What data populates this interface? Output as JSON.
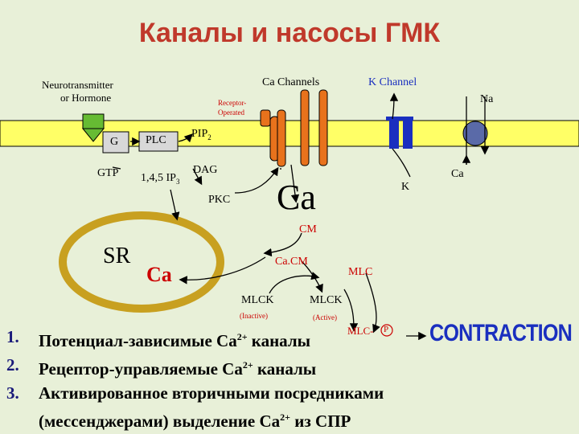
{
  "title": "Каналы и насосы ГМК",
  "labels": {
    "neurotransmitter": "Neurotransmitter",
    "or_hormone": "or Hormone",
    "ca_channels": "Ca Channels",
    "k_channel": "K Channel",
    "receptor_operated_1": "Receptor-",
    "receptor_operated_2": "Operated",
    "na": "Na",
    "g": "G",
    "plc": "PLC",
    "pip": "PIP",
    "pip_sub": "2",
    "gtp": "GTP",
    "ip3": "1,4,5 IP",
    "ip3_sub": "3",
    "dag": "DAG",
    "pkc": "PKC",
    "ca_big": "Ca",
    "k_out": "K",
    "ca_out": "Ca",
    "cm": "CM",
    "sr": "SR",
    "sr_ca": "Ca",
    "cacm": "Ca.CM",
    "mlc": "MLC",
    "mlck_inactive": "MLCK",
    "inactive": "(Inactive)",
    "mlck_active": "MLCK",
    "active": "(Active)",
    "mlc_p": "MLC-",
    "p": "P",
    "contraction": "CONTRACTION"
  },
  "list": [
    {
      "num": "1.",
      "text": "Потенциал-зависимые Ca",
      "sup": "2+",
      "tail": " каналы"
    },
    {
      "num": "2.",
      "text": "Рецептор-управляемые Ca",
      "sup": "2+",
      "tail": " каналы"
    },
    {
      "num": "3.",
      "text": "Активированное вторичными посредниками",
      "sup": "",
      "tail": ""
    },
    {
      "num": "",
      "text": "(мессенджерами) выделение Ca",
      "sup": "2+",
      "tail": " из СПР"
    }
  ],
  "colors": {
    "background": "#e8f0d8",
    "title": "#c0392b",
    "membrane": "#ffff66",
    "receptor": "#66bb33",
    "ca_channel": "#e8721c",
    "k_channel": "#1a2fbf",
    "pump": "#5a6aa8",
    "sr_ring": "#c8a020"
  }
}
